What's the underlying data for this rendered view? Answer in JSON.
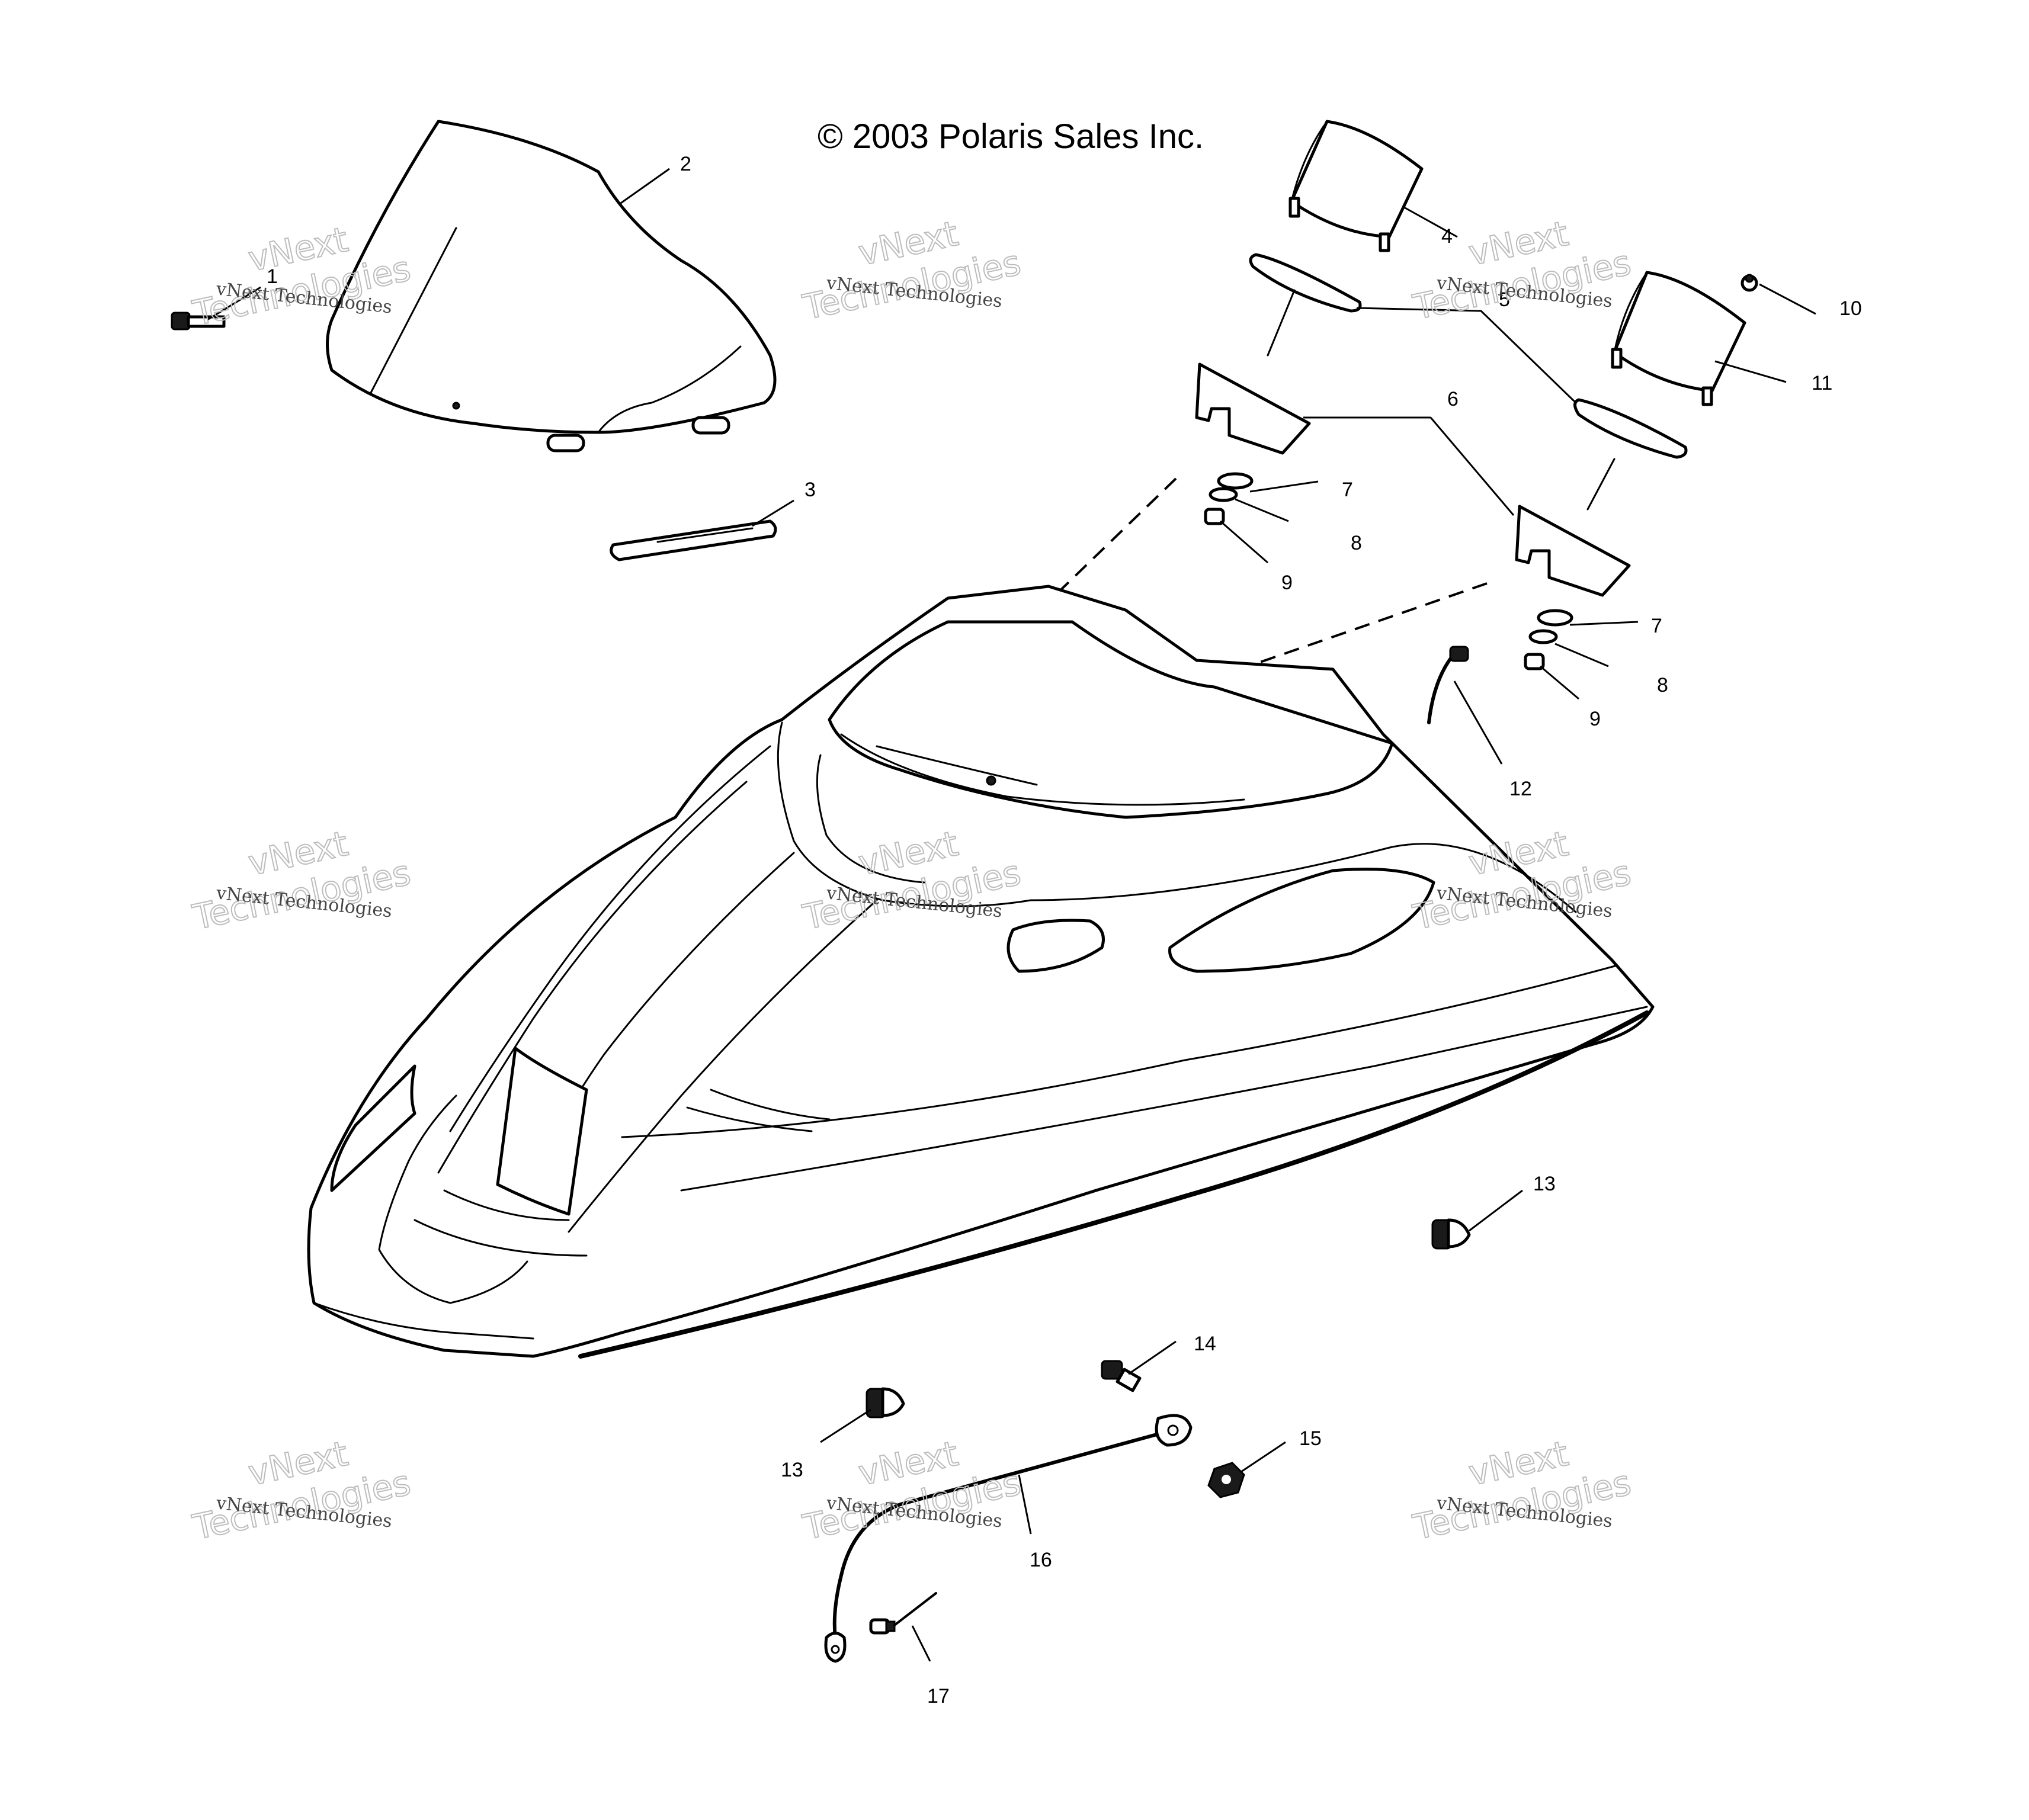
{
  "copyright": "© 2003 Polaris Sales Inc.",
  "watermark": {
    "line1": "vNext Technologies",
    "line2": "vNext",
    "line3": "Technologies"
  },
  "callouts": [
    "1",
    "2",
    "3",
    "4",
    "5",
    "6",
    "7",
    "8",
    "9",
    "10",
    "11",
    "12",
    "13",
    "14",
    "15",
    "16",
    "17"
  ]
}
